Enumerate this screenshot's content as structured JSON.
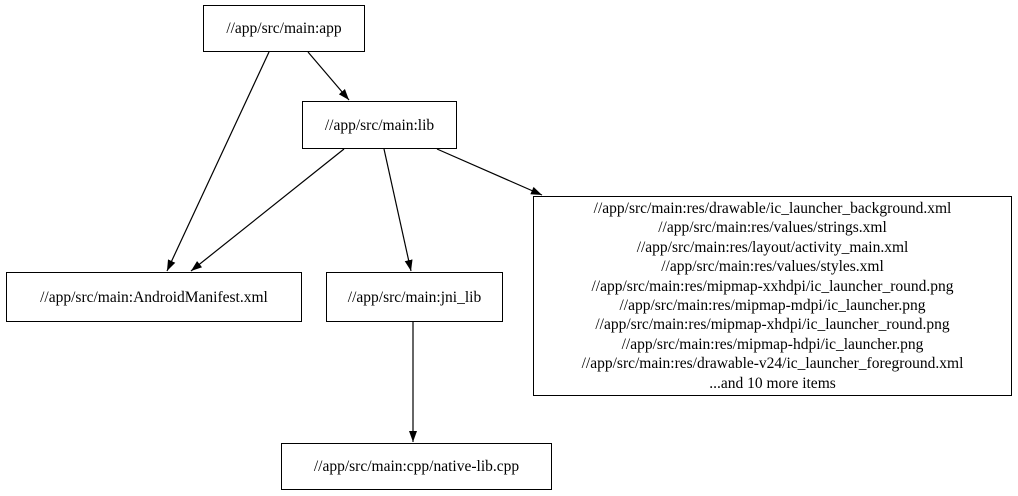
{
  "graph": {
    "type": "dependency-graph",
    "colors": {
      "background": "#ffffff",
      "node_border": "#000000",
      "node_fill": "#ffffff",
      "text": "#000000",
      "edge": "#000000"
    },
    "nodes": {
      "app": {
        "label": "//app/src/main:app"
      },
      "lib": {
        "label": "//app/src/main:lib"
      },
      "android_manifest": {
        "label": "//app/src/main:AndroidManifest.xml"
      },
      "jni_lib": {
        "label": "//app/src/main:jni_lib"
      },
      "resources": {
        "lines": [
          "//app/src/main:res/drawable/ic_launcher_background.xml",
          "//app/src/main:res/values/strings.xml",
          "//app/src/main:res/layout/activity_main.xml",
          "//app/src/main:res/values/styles.xml",
          "//app/src/main:res/mipmap-xxhdpi/ic_launcher_round.png",
          "//app/src/main:res/mipmap-mdpi/ic_launcher.png",
          "//app/src/main:res/mipmap-xhdpi/ic_launcher_round.png",
          "//app/src/main:res/mipmap-hdpi/ic_launcher.png",
          "//app/src/main:res/drawable-v24/ic_launcher_foreground.xml",
          "...and 10 more items"
        ]
      },
      "native_lib": {
        "label": "//app/src/main:cpp/native-lib.cpp"
      }
    },
    "edges": [
      {
        "from": "app",
        "to": "lib"
      },
      {
        "from": "app",
        "to": "android_manifest"
      },
      {
        "from": "lib",
        "to": "android_manifest"
      },
      {
        "from": "lib",
        "to": "jni_lib"
      },
      {
        "from": "lib",
        "to": "resources"
      },
      {
        "from": "jni_lib",
        "to": "native_lib"
      }
    ]
  }
}
